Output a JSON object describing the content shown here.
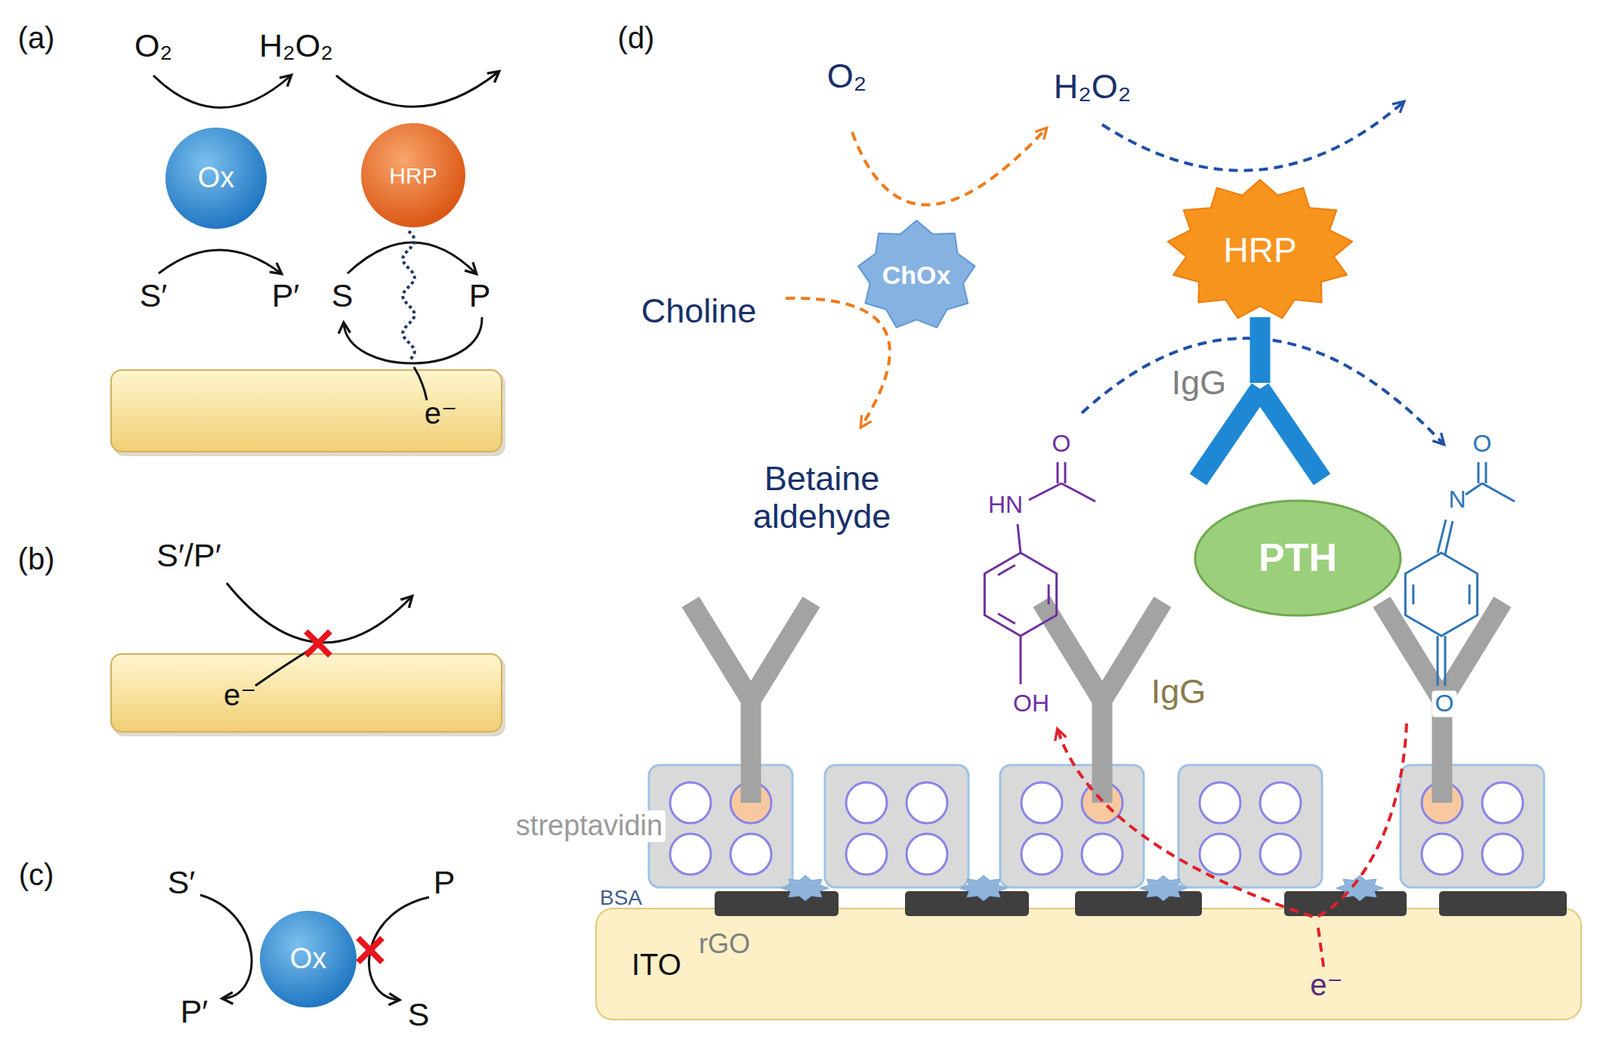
{
  "diagram": {
    "nodes": [
      {
        "text": [
          "Ox"
        ]
      },
      {
        "text": [
          "HRP"
        ]
      },
      {
        "text": [
          "e⁻"
        ]
      },
      {
        "text": [
          "e⁻"
        ]
      },
      {
        "text": [
          "Ox"
        ]
      },
      {
        "text": [
          "ChOx"
        ]
      },
      {
        "text": [
          "HRP"
        ]
      },
      {
        "text": [
          "PTH"
        ]
      },
      {
        "text": [
          "ITO"
        ]
      }
    ],
    "labels": [
      "(a)",
      "O₂",
      "H₂O₂",
      "S′",
      "P′",
      "S",
      "P",
      "(b)",
      "S′/P′",
      "(c)",
      "S′",
      "P′",
      "P",
      "S",
      "(d)",
      "O₂",
      "H₂O₂",
      "Choline",
      "Betaine aldehyde",
      "IgG",
      "HN",
      "O",
      "OH",
      "IgG",
      "N",
      "O",
      "O",
      "streptavidin",
      "BSA",
      "rGO",
      "e⁻"
    ]
  }
}
